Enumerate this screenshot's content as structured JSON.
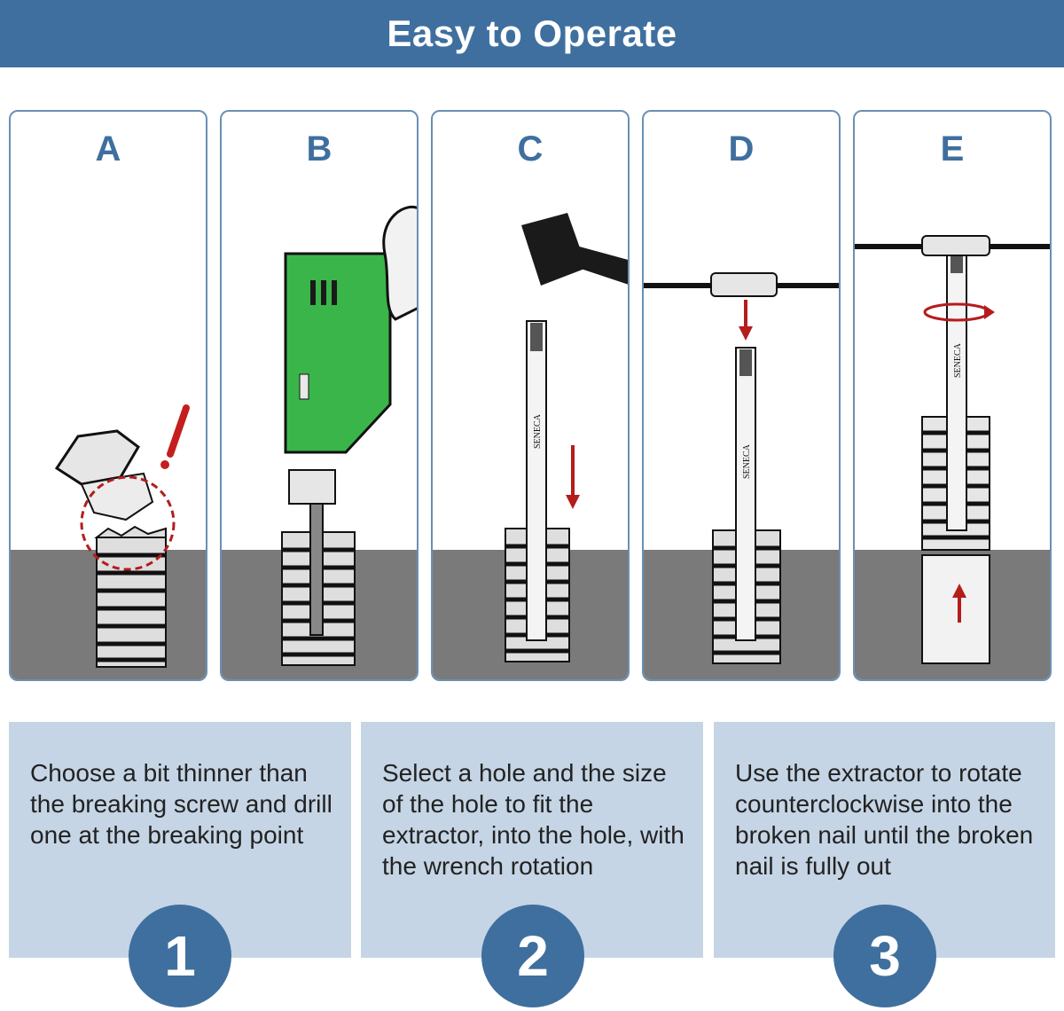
{
  "header": {
    "title": "Easy to Operate"
  },
  "panels": [
    {
      "letter": "A"
    },
    {
      "letter": "B"
    },
    {
      "letter": "C",
      "brand": "SENECA"
    },
    {
      "letter": "D",
      "brand": "SENECA"
    },
    {
      "letter": "E",
      "brand": "SENECA"
    }
  ],
  "steps": [
    {
      "number": "1",
      "text": "Choose a bit thinner than the breaking screw and drill one at the breaking point"
    },
    {
      "number": "2",
      "text": "Select a hole and the size of the hole to fit the extractor, into the hole, with the wrench rotation"
    },
    {
      "number": "3",
      "text": "Use the extractor to rotate counterclockwise into the broken nail until the broken nail is fully out"
    }
  ],
  "colors": {
    "banner": "#3f6f9f",
    "panel_border": "#6b8fb5",
    "ground": "#7a7a7a",
    "drill_green": "#3ab54a",
    "arrow_red": "#b51c1c",
    "step_box": "#c5d5e5",
    "circle": "#3f6f9f"
  }
}
